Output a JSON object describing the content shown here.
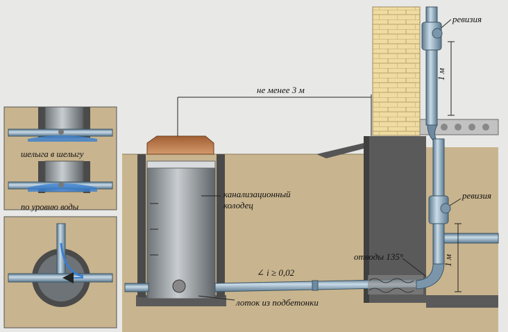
{
  "labels": {
    "revision_top": "ревизия",
    "revision_mid": "ревизия",
    "one_meter_top": "1 м",
    "one_meter_bottom": "1 м",
    "min_distance": "не менее 3 м",
    "well_line1": "канализационный",
    "well_line2": "колодец",
    "slope": "∠ i ≥ 0,02",
    "tray": "лоток из подбетонки",
    "bends": "отводы 135°",
    "crown_to_crown": "шелыга в шелыгу",
    "water_level": "по уровню воды"
  },
  "colors": {
    "background": "#e8e8e6",
    "soil": "#c8b48e",
    "wall": "#5a5a5a",
    "brick": "#f0dca0",
    "pipe": "#8fa9bd",
    "well": "#9aa0a4",
    "cap": "#b8774a",
    "water": "#3a7fd0"
  }
}
